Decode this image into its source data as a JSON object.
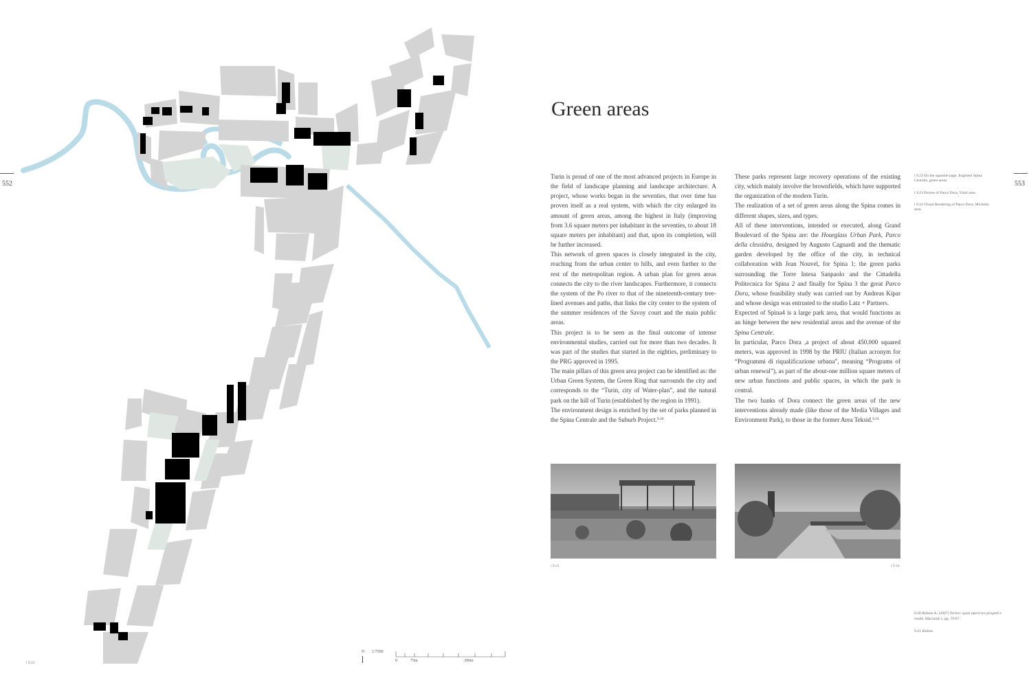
{
  "left_page": {
    "folio": "552",
    "fig_label": "i 9.22",
    "scale": {
      "north": "N",
      "ratio": "1:7500",
      "ticks": [
        "0",
        "75m",
        "300m"
      ]
    }
  },
  "right_page": {
    "folio": "553",
    "title": "Green areas",
    "col1": [
      "Turin is proud of one of the most advanced projects in Europe in the field of landscape planning and landscape architecture. A project, whose works began in the seventies, that over time has proven itself as a real system, with which the city enlarged its amount of green areas, among the highest in Italy (improving from 3.6 square meters per inhabitant in the seventies, to about 18 square meters per inhabitant) and that, upon its completion, will be further increased.",
      "This network of green spaces is closely integrated in the city, reaching from the urban center to hills, and even further to the rest of the metropolitan region. A urban plan for green areas connects the city to the river landscapes. Furthermore, it connects the system of the Po river to that of the nineteenth-century tree-lined avenues and paths, that links the city center to the system of the summer residences of the Savoy court and the main public areas.",
      "This project is to be seen as the final outcome of intense environmental studies, carried out for more than two decades. It was part of the studies that started in the eighties, preliminary to the PRG approved in 1995.",
      "The main pillars of this green area project can be identified as: the Urban Green System, the Green Ring that surrounds the city and corresponds to the “Turin, city of Water-plan”, and the natural park on the hill of Turin (established by the region in 1991).",
      "The environment design is enriched by the set of parks planned in the Spina Centrale and the Suburb Project."
    ],
    "col1_note_ref": "9.20",
    "col2": {
      "p1": "These parks represent large recovery operations of the existing city, which mainly involve the brownfields, which have supported the organization of the modern Turin.",
      "p2": "The realization of a set of green areas along the Spina comes in different shapes, sizes, and types.",
      "p3_a": "All of these interventions, intended or executed, along Grand Boulevard of the Spina are: the ",
      "p3_i1": "Hourglass Urban Park, Parco della clessidra",
      "p3_b": ", designed by Augusto Cagnardi and the thematic garden developed by the office of the city, in technical collaboration with Jean Nouvel, for Spina 1;  the green parks surrounding the Torre Intesa Sanpaolo and the Cittadella Politecnica for Spina 2 and finally for Spina 3 the great ",
      "p3_i2": "Parco Dora",
      "p3_c": ", whose feasibility study was carried out by Andreas Kipar and whose design was entrusted to the studio Latz + Partners.",
      "p4_a": "Expected of Spina4 is a large park area, that would functions as an hinge between the new residential areas and the avenue of the ",
      "p4_i": "Spina Centrale",
      "p4_b": ".",
      "p5": "In particular, Parco Dora ,a project of about 450.000 squared meters, was approved in 1998 by the PRIU (Italian acronym for “Programmi di riqualificazione urbana”, meaning “Programs of urban renewal”), as part of the about-one million square meters of new urban functions and public spaces, in which the park is central.",
      "p6": "The two banks of Dora connect the green areas of the new interventions already made (like those of the Media Villages and Environment Park), to those in the former Area Teksid.",
      "note_ref": "9.21"
    },
    "captions": [
      "i 9.22 On the opposite page, fragment Spina Centrale, green areas.",
      "i 9.23 Picture of Parco Dora, Vitali area.",
      "i 9.24 Visual Rendering of Parco Dora, Michelin area."
    ],
    "photo_labels": [
      "i 9.23",
      "i 9.24"
    ],
    "footnotes": {
      "n20_a": "9.20 Rubino A. (2007) ",
      "n20_i": "Torino: spazi aperti tra progetti e realtà",
      "n20_b": ". Macramè 1, pp. 79-87.",
      "n21_a": "9.21 ",
      "n21_i": "Ibidem."
    }
  },
  "colors": {
    "river": "#b9dbe7",
    "block": "#d4d4d4",
    "green": "#dfe7e3",
    "building": "#000000"
  }
}
